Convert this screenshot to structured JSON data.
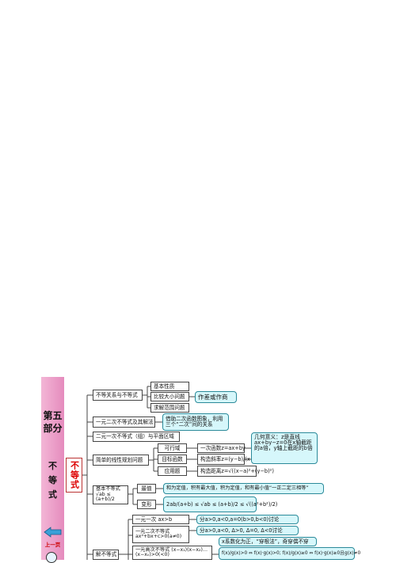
{
  "chapter": {
    "line1": "第五",
    "line2": "部分",
    "c1": "不",
    "c2": "等",
    "c3": "式"
  },
  "nav": {
    "prev_label": "上一页"
  },
  "root": {
    "label": "不等式"
  },
  "b1": {
    "label": "不等关系与不等式",
    "items": [
      "基本性质",
      "比较大小问题",
      "求解范围问题"
    ],
    "note": "作差或作商"
  },
  "b2": {
    "label": "一元二次不等式及其解法",
    "note": "借助二次函数图象，利用三个“二次”间的关系"
  },
  "b3": {
    "label": "二元一次不等式（组）与平面区域"
  },
  "b4": {
    "label": "简单的线性规划问题",
    "items": [
      "可行域",
      "目标函数",
      "应用题"
    ],
    "f1": "一次函数z=ax+by",
    "f2": "构造斜率z=(y−b)/(x−a)",
    "f3": "构造距离z=√((x−a)²+(y−b)²)",
    "note": "几何意义：z是直线ax+by−z=0在x轴截距的a倍，y轴上截距的b倍"
  },
  "b5": {
    "label": "基本不等式",
    "formula": "√ab ≤ (a+b)/2",
    "items": [
      "最值",
      "变形"
    ],
    "note1": "和为定值，积有最大值，积为定值，和有最小值“一正二定三相等”",
    "note2": "2ab/(a+b) ≤ √ab ≤ (a+b)/2 ≤ √((a²+b²)/2)"
  },
  "b6": {
    "label": "解不等式",
    "items": [
      "一元一次 ax>b",
      "一元二次不等式 ax²+bx+c>0(a≠0)",
      "一元高次不等式 (x−x₁)(x−x₂)…(x−xₙ)>0(<0)"
    ],
    "note1": "分a>0,a<0,a=0(b>0,b<0)讨论",
    "note2": "分a>0,a<0, Δ>0, Δ=0, Δ<0讨论",
    "note3": "x系数化为正，“穿根法”，奇穿偶不穿",
    "note4": "f(x)/g(x)>0 ⇔ f(x)·g(x)>0; f(x)/g(x)≥0 ⇔ f(x)·g(x)≥0且g(x)≠0"
  }
}
